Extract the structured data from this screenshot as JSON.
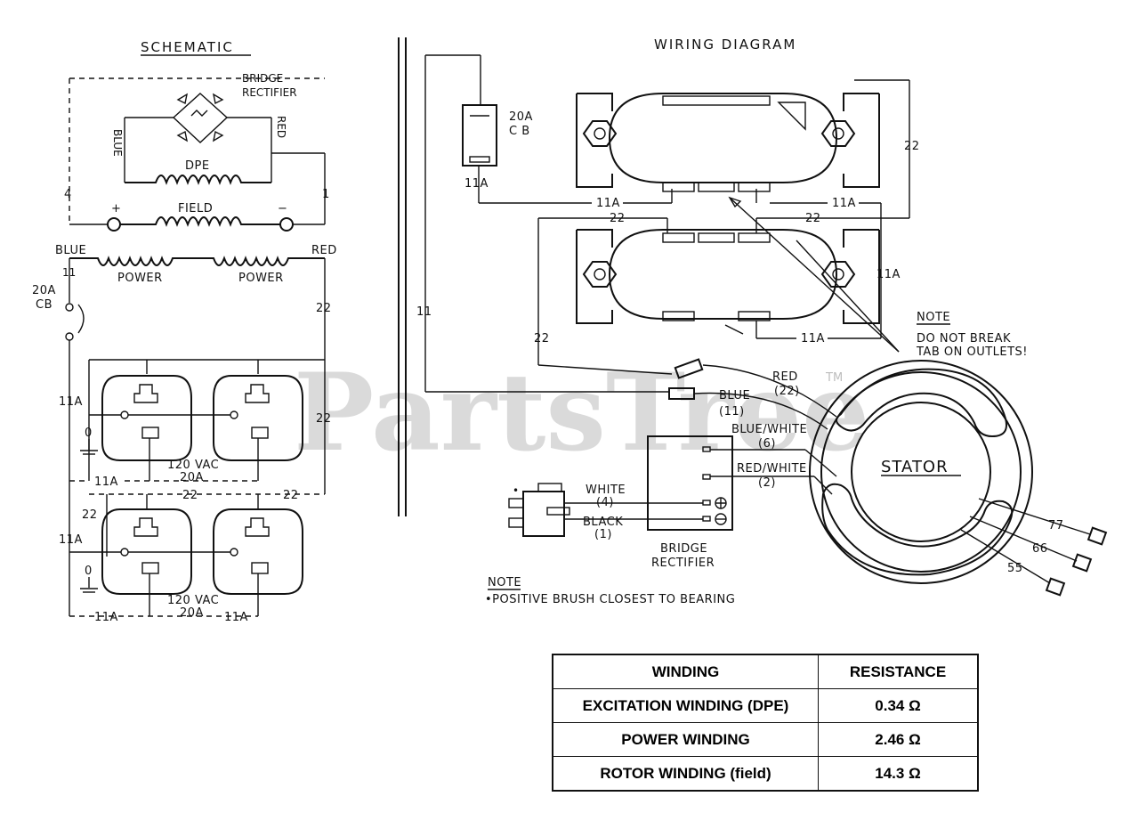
{
  "schematic": {
    "title": "SCHEMATIC",
    "bridge_rectifier": [
      "BRIDGE",
      "RECTIFIER"
    ],
    "blue": "BLUE",
    "red": "RED",
    "dpe": "DPE",
    "field": "FIELD",
    "plus": "+",
    "minus": "−",
    "wire_4": "4",
    "wire_1": "1",
    "blue2": "BLUE",
    "red2": "RED",
    "wire_11": "11",
    "power1": "POWER",
    "power2": "POWER",
    "cb": [
      "20A",
      "CB"
    ],
    "wire_22a": "22",
    "wire_22b": "22",
    "wire_22c": "22",
    "wire_22d": "22",
    "wire_22e": "22",
    "wire_11a_1": "11A",
    "wire_11a_2": "11A",
    "wire_11a_3": "11A",
    "wire_11a_4": "11A",
    "wire_11a_5": "11A",
    "zero1": "0",
    "zero2": "0",
    "outlet1": [
      "120 VAC",
      "20A"
    ],
    "outlet2": [
      "120 VAC",
      "20A"
    ]
  },
  "wiring": {
    "title": "WIRING DIAGRAM",
    "cb": [
      "20A",
      "C B"
    ],
    "w11a_cb": "11A",
    "w11a_top_left": "11A",
    "w11a_top_right": "11A",
    "w22_right": "22",
    "w22_mid_left": "22",
    "w22_mid_right": "22",
    "w11a_right": "11A",
    "w11a_bottom": "11A",
    "w11_left": "11",
    "w22_left": "22",
    "note_title": "NOTE",
    "note_text": [
      "DO NOT BREAK",
      "TAB ON OUTLETS!"
    ],
    "red": "RED",
    "red_num": "(22)",
    "blue": "BLUE",
    "blue_num": "(11)",
    "blue_white": "BLUE/WHITE",
    "blue_white_num": "(6)",
    "red_white": "RED/WHITE",
    "red_white_num": "(2)",
    "white": "WHITE",
    "white_num": "(4)",
    "black": "BLACK",
    "black_num": "(1)",
    "bridge": [
      "BRIDGE",
      "RECTIFIER"
    ],
    "stator": "STATOR",
    "lead_77": "77",
    "lead_66": "66",
    "lead_55": "55",
    "note2_title": "NOTE",
    "note2_text": "•POSITIVE BRUSH CLOSEST TO BEARING"
  },
  "watermark": {
    "text": "PartsTree",
    "tm": "TM"
  },
  "table": {
    "headers": [
      "WINDING",
      "RESISTANCE"
    ],
    "rows": [
      [
        "EXCITATION WINDING (DPE)",
        "0.34 Ω"
      ],
      [
        "POWER WINDING",
        "2.46 Ω"
      ],
      [
        "ROTOR WINDING (field)",
        "14.3 Ω"
      ]
    ]
  }
}
